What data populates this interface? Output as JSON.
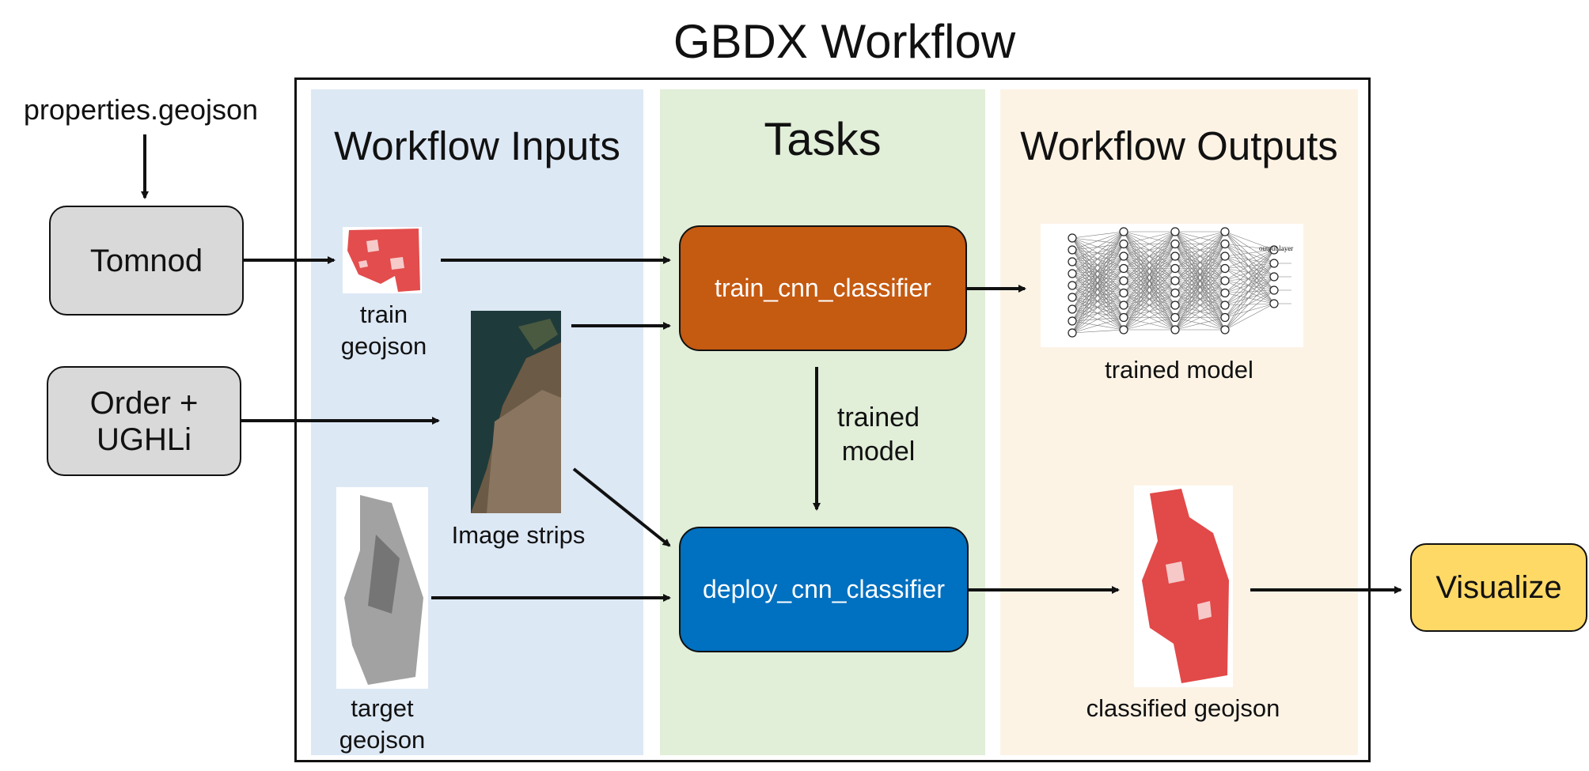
{
  "title": "GBDX Workflow",
  "columns": {
    "inputs": "Workflow Inputs",
    "tasks": "Tasks",
    "outputs": "Workflow Outputs"
  },
  "sources": {
    "properties": "properties.geojson",
    "tomnod": "Tomnod",
    "order_line1": "Order +",
    "order_line2": "UGHLi"
  },
  "inputs": {
    "train_line1": "train",
    "train_line2": "geojson",
    "image_strips": "Image strips",
    "target_line1": "target",
    "target_line2": "geojson"
  },
  "tasks": {
    "train": "train_cnn_classifier",
    "deploy": "deploy_cnn_classifier",
    "link_line1": "trained",
    "link_line2": "model"
  },
  "outputs": {
    "trained_model": "trained model",
    "classified": "classified geojson",
    "network_layer_label": "output layer"
  },
  "visualize": "Visualize",
  "colors": {
    "inputs_bg": "#dde8f5",
    "tasks_bg": "#e1eed8",
    "outputs_bg": "#fdf3e5",
    "train_task": "#c55a11",
    "deploy_task": "#0070c0",
    "visualize": "#ffd966",
    "source_box": "#d9d9d9",
    "map_red": "#e03a3a"
  }
}
